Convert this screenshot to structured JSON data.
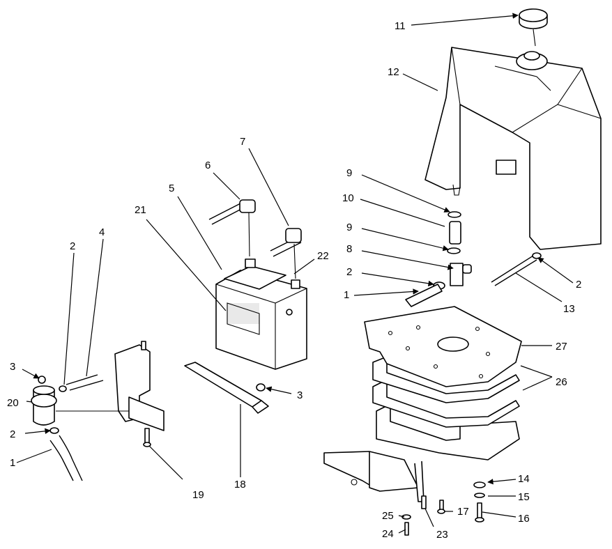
{
  "diagram": {
    "callouts": [
      "11",
      "12",
      "9",
      "10",
      "9",
      "8",
      "2",
      "1",
      "2",
      "13",
      "27",
      "26",
      "14",
      "15",
      "16",
      "17",
      "23",
      "24",
      "25",
      "21",
      "5",
      "6",
      "7",
      "22",
      "4",
      "2",
      "3",
      "20",
      "2",
      "1",
      "19",
      "18",
      "3"
    ]
  }
}
